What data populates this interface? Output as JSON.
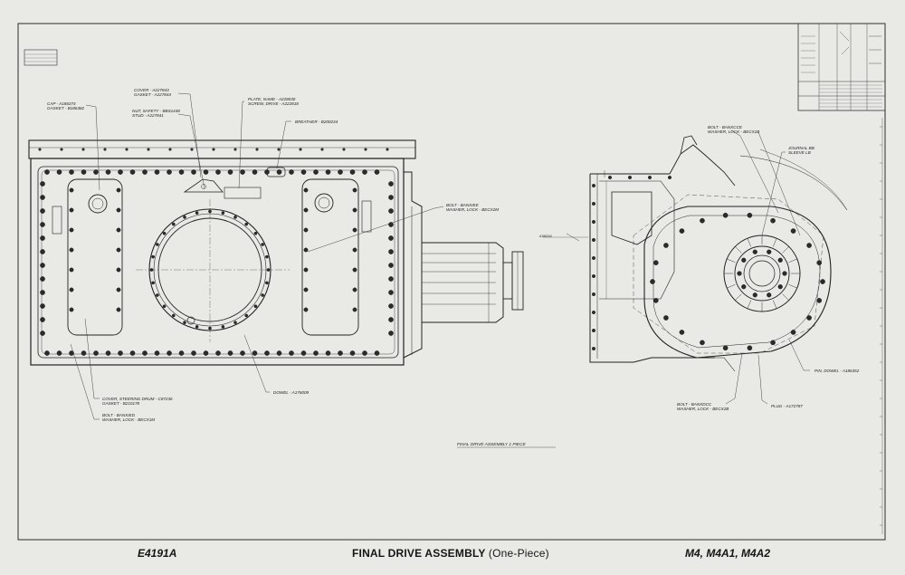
{
  "plate_number": "E4191A",
  "title": {
    "main": "FINAL DRIVE ASSEMBLY",
    "sub": "(One-Piece)"
  },
  "models": "M4, M4A1, M4A2",
  "drawing_caption": "FINAL DRIVE ASSEMBLY  1 PIECE",
  "callouts": {
    "cap_gasket": [
      "CAP - A186374",
      "GASKET - B186382"
    ],
    "cover_gasket": [
      "COVER - A227843",
      "GASKET - A227844"
    ],
    "nut_stud": [
      "NUT, SAFETY - BBS1448",
      "STUD - A227841"
    ],
    "plate_screw": [
      "PLATE, NAME - A228030",
      "SCREW, DRIVE - A222818"
    ],
    "breather": [
      "BREATHER - B200234"
    ],
    "bolt_washer_mid": [
      "BOLT - BANXIEE",
      "WASHER, LOCK - BECX2M"
    ],
    "dowel": [
      "DOWEL - A176009"
    ],
    "cover_steering": [
      "COVER, STEERING DRUM - C87236",
      "GASKET - B210178"
    ],
    "bolt_washer_left": [
      "BOLT - BANXIED",
      "WASHER, LOCK - BECX1M"
    ],
    "stray": [
      "A186240"
    ],
    "bolt_washer_right_top": [
      "BOLT - BANXCCE",
      "WASHER, LOCK - BECX2B"
    ],
    "journal": [
      "JOURNAL BB",
      "SLEEVE LB"
    ],
    "pin_dowel": [
      "PIN, DOWEL - A186352"
    ],
    "bolt_washer_right_bottom": [
      "BOLT - BANXDCC",
      "WASHER, LOCK - BECX2B"
    ],
    "plug": [
      "PLUG - A172787"
    ]
  },
  "colors": {
    "paper": "#e9e9e6",
    "ink": "#1c1c1c"
  }
}
